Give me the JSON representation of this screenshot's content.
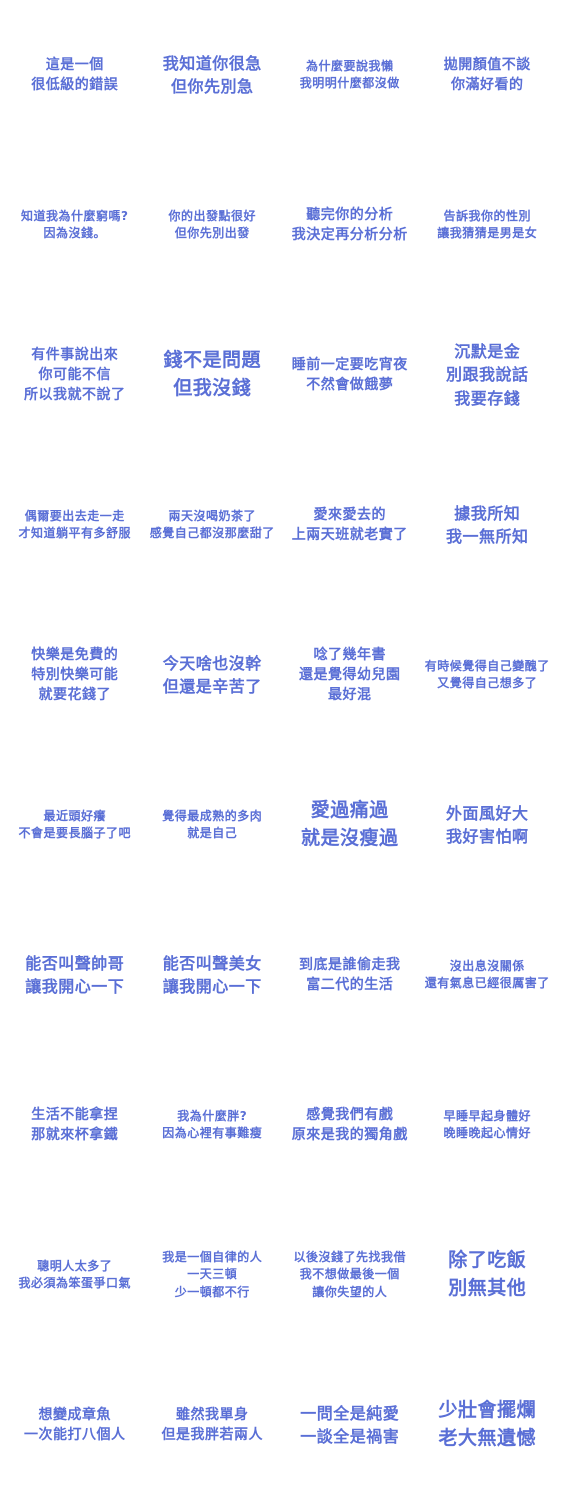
{
  "stickers": [
    {
      "lines": [
        "這是一個",
        "很低級的錯誤"
      ],
      "size": "md"
    },
    {
      "lines": [
        "我知道你很急",
        "但你先別急"
      ],
      "size": "lg"
    },
    {
      "lines": [
        "為什麼要說我懶",
        "我明明什麼都沒做"
      ],
      "size": "sm"
    },
    {
      "lines": [
        "拋開顏值不談",
        "你滿好看的"
      ],
      "size": "md"
    },
    {
      "lines": [
        "知道我為什麼窮嗎?",
        "因為沒錢。"
      ],
      "size": "sm"
    },
    {
      "lines": [
        "你的出發點很好",
        "但你先別出發"
      ],
      "size": "sm"
    },
    {
      "lines": [
        "聽完你的分析",
        "我決定再分析分析"
      ],
      "size": "md"
    },
    {
      "lines": [
        "告訴我你的性別",
        "讓我猜猜是男是女"
      ],
      "size": "sm"
    },
    {
      "lines": [
        "有件事說出來",
        "你可能不信",
        "所以我就不說了"
      ],
      "size": "md"
    },
    {
      "lines": [
        "錢不是問題",
        "但我沒錢"
      ],
      "size": "xl"
    },
    {
      "lines": [
        "睡前一定要吃宵夜",
        "不然會做餓夢"
      ],
      "size": "md"
    },
    {
      "lines": [
        "沉默是金",
        "別跟我說話",
        "我要存錢"
      ],
      "size": "lg"
    },
    {
      "lines": [
        "偶爾要出去走一走",
        "才知道躺平有多舒服"
      ],
      "size": "sm"
    },
    {
      "lines": [
        "兩天沒喝奶茶了",
        "感覺自己都沒那麼甜了"
      ],
      "size": "sm"
    },
    {
      "lines": [
        "愛來愛去的",
        "上兩天班就老實了"
      ],
      "size": "md"
    },
    {
      "lines": [
        "據我所知",
        "我一無所知"
      ],
      "size": "lg"
    },
    {
      "lines": [
        "快樂是免費的",
        "特別快樂可能",
        "就要花錢了"
      ],
      "size": "md"
    },
    {
      "lines": [
        "今天啥也沒幹",
        "但還是辛苦了"
      ],
      "size": "lg"
    },
    {
      "lines": [
        "唸了幾年書",
        "還是覺得幼兒園",
        "最好混"
      ],
      "size": "md"
    },
    {
      "lines": [
        "有時候覺得自己變醜了",
        "又覺得自己想多了"
      ],
      "size": "sm"
    },
    {
      "lines": [
        "最近頭好癢",
        "不會是要長腦子了吧"
      ],
      "size": "sm"
    },
    {
      "lines": [
        "覺得最成熟的多肉",
        "就是自己"
      ],
      "size": "sm"
    },
    {
      "lines": [
        "愛過痛過",
        "就是沒瘦過"
      ],
      "size": "xl"
    },
    {
      "lines": [
        "外面風好大",
        "我好害怕啊"
      ],
      "size": "lg"
    },
    {
      "lines": [
        "能否叫聲帥哥",
        "讓我開心一下"
      ],
      "size": "lg"
    },
    {
      "lines": [
        "能否叫聲美女",
        "讓我開心一下"
      ],
      "size": "lg"
    },
    {
      "lines": [
        "到底是誰偷走我",
        "富二代的生活"
      ],
      "size": "md"
    },
    {
      "lines": [
        "沒出息沒關係",
        "還有氣息已經很厲害了"
      ],
      "size": "sm"
    },
    {
      "lines": [
        "生活不能拿捏",
        "那就來杯拿鐵"
      ],
      "size": "md"
    },
    {
      "lines": [
        "我為什麼胖?",
        "因為心裡有事難瘦"
      ],
      "size": "sm"
    },
    {
      "lines": [
        "感覺我們有戲",
        "原來是我的獨角戲"
      ],
      "size": "md"
    },
    {
      "lines": [
        "早睡早起身體好",
        "晚睡晚起心情好"
      ],
      "size": "sm"
    },
    {
      "lines": [
        "聰明人太多了",
        "我必須為笨蛋爭口氣"
      ],
      "size": "sm"
    },
    {
      "lines": [
        "我是一個自律的人",
        "一天三頓",
        "少一頓都不行"
      ],
      "size": "sm"
    },
    {
      "lines": [
        "以後沒錢了先找我借",
        "我不想做最後一個",
        "讓你失望的人"
      ],
      "size": "sm"
    },
    {
      "lines": [
        "除了吃飯",
        "別無其他"
      ],
      "size": "xl"
    },
    {
      "lines": [
        "想變成章魚",
        "一次能打八個人"
      ],
      "size": "md"
    },
    {
      "lines": [
        "雖然我單身",
        "但是我胖若兩人"
      ],
      "size": "md"
    },
    {
      "lines": [
        "一問全是純愛",
        "一談全是禍害"
      ],
      "size": "lg"
    },
    {
      "lines": [
        "少壯會擺爛",
        "老大無遺憾"
      ],
      "size": "xl"
    }
  ]
}
